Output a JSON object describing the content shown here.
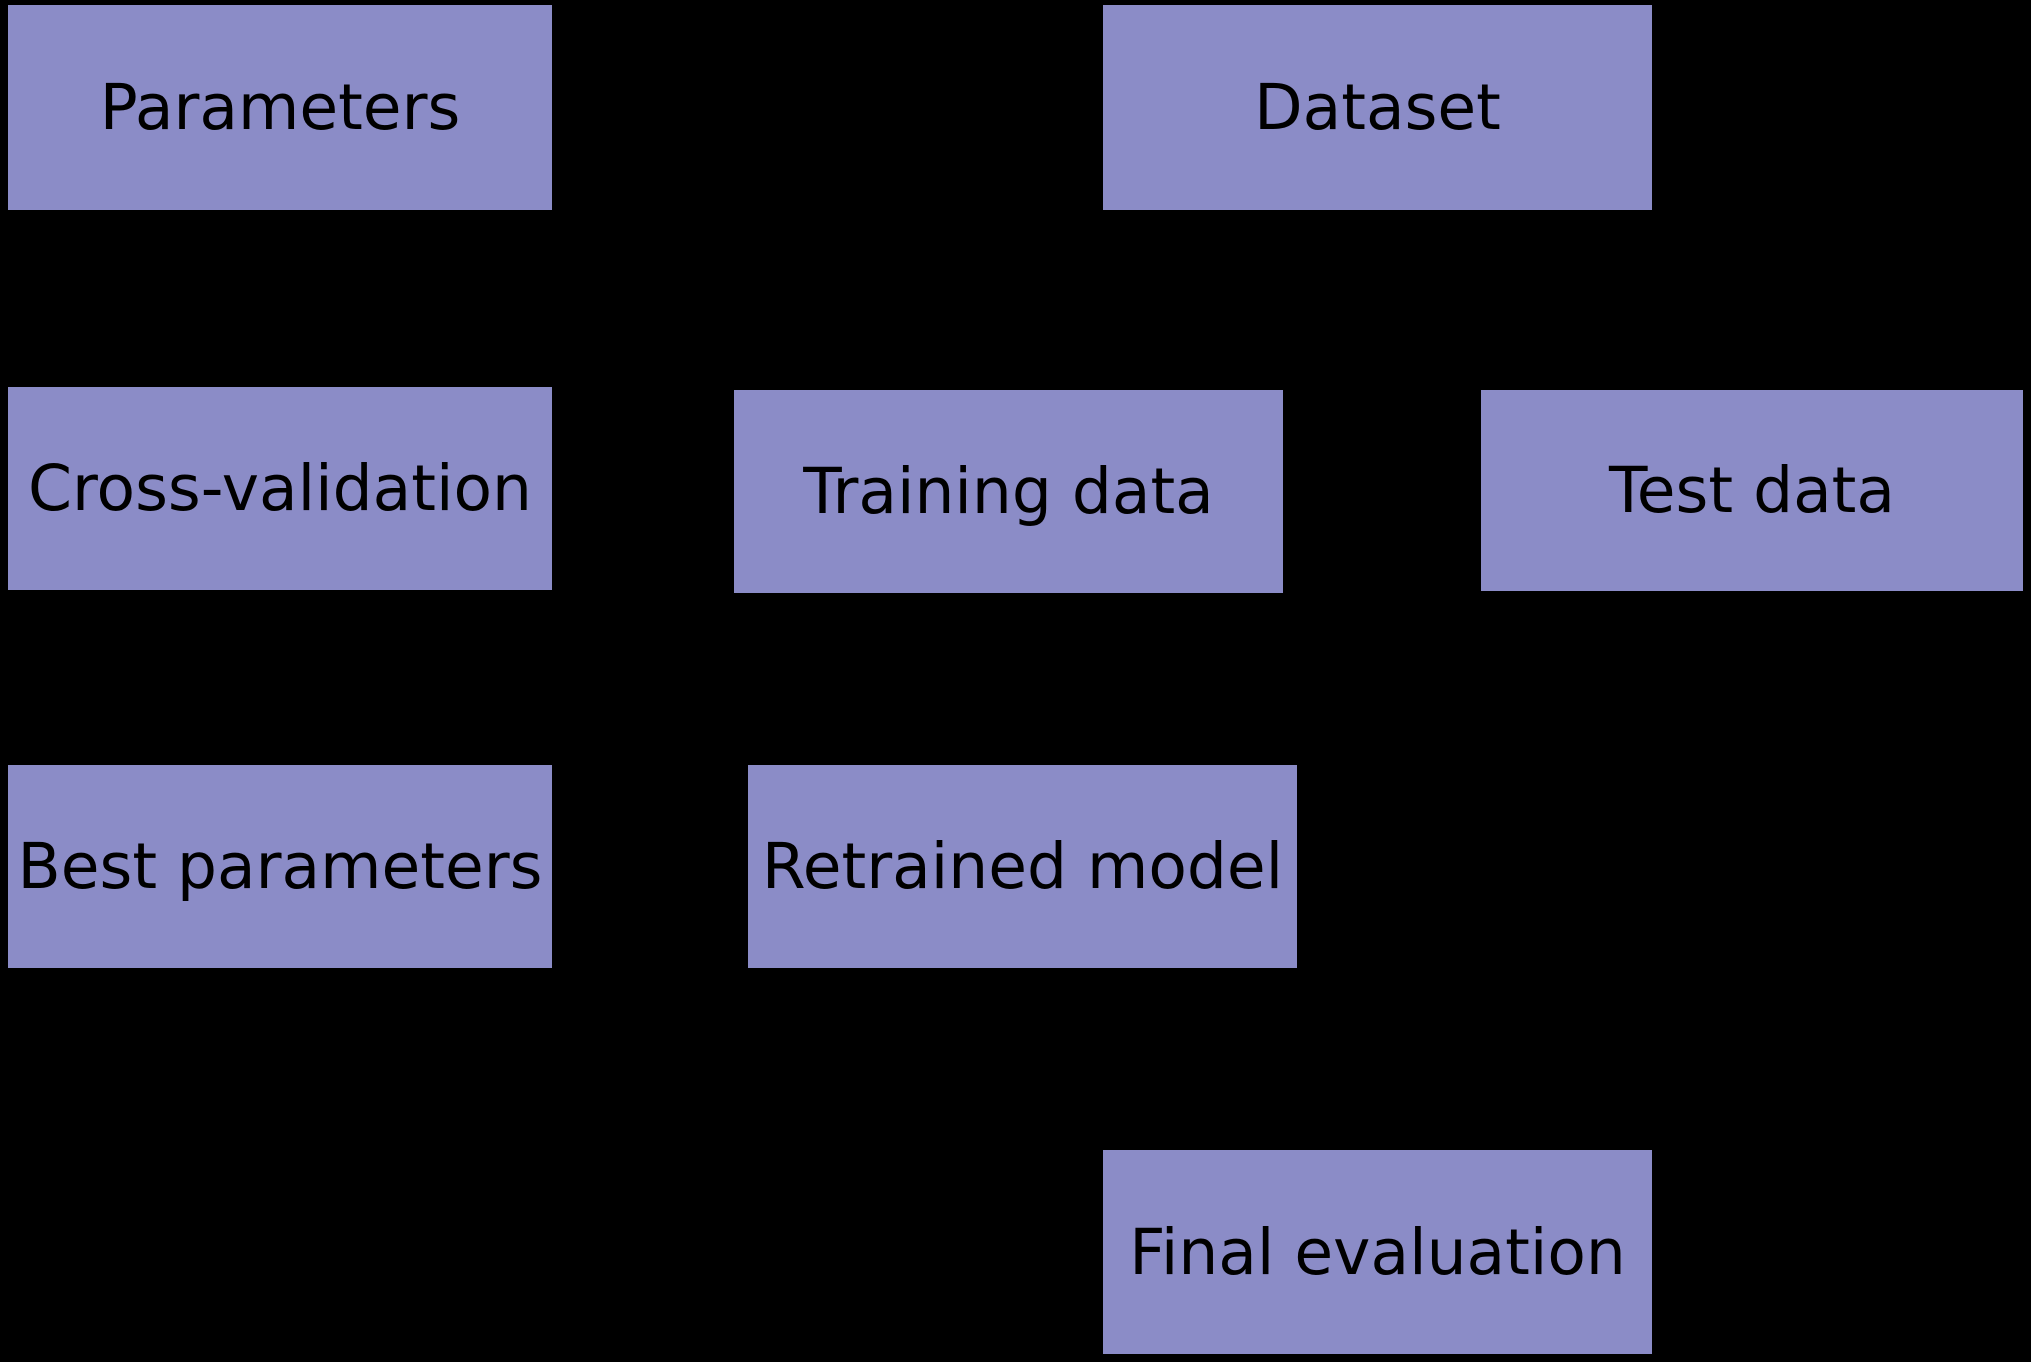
{
  "colors": {
    "background": "#000000",
    "node_fill": "#8b8cc7",
    "node_text": "#000000"
  },
  "diagram": {
    "type": "flowchart",
    "nodes": [
      {
        "id": "parameters",
        "label": "Parameters"
      },
      {
        "id": "dataset",
        "label": "Dataset"
      },
      {
        "id": "cross-validation",
        "label": "Cross-validation"
      },
      {
        "id": "training-data",
        "label": "Training data"
      },
      {
        "id": "test-data",
        "label": "Test data"
      },
      {
        "id": "best-parameters",
        "label": "Best parameters"
      },
      {
        "id": "retrained-model",
        "label": "Retrained model"
      },
      {
        "id": "final-evaluation",
        "label": "Final evaluation"
      }
    ]
  }
}
